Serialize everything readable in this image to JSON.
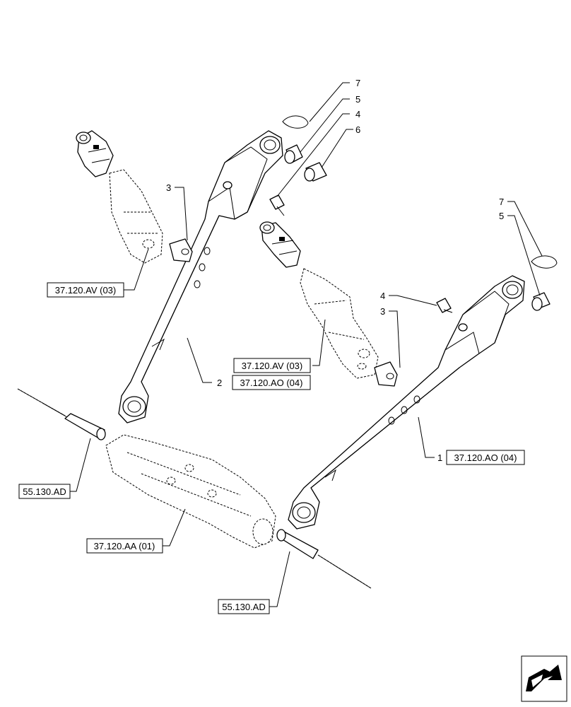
{
  "callouts": {
    "ref_av_left": "37.120.AV (03)",
    "ref_av_mid": "37.120.AV (03)",
    "ref_ao_left": "37.120.AO (04)",
    "ref_ao_right": "37.120.AO (04)",
    "ref_ad_top": "55.130.AD",
    "ref_aa": "37.120.AA (01)",
    "ref_ad_bottom": "55.130.AD"
  },
  "item_numbers": {
    "n7_top": "7",
    "n5_top": "5",
    "n4_top": "4",
    "n6_top": "6",
    "n3_left": "3",
    "n7_right": "7",
    "n5_right": "5",
    "n4_right": "4",
    "n3_right": "3",
    "n2": "2",
    "n1": "1"
  },
  "icons": {
    "corner": "next-page-arrow-icon"
  }
}
